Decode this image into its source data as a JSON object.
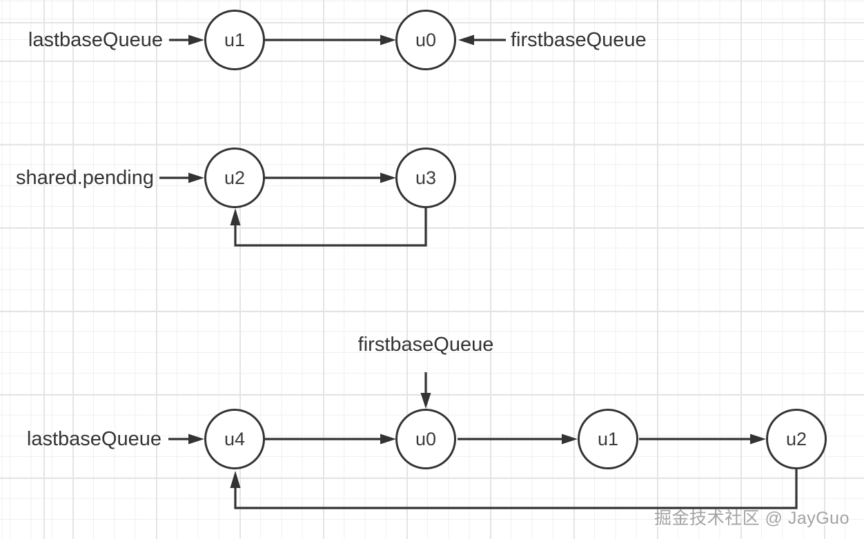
{
  "watermark": {
    "text": "掘金技术社区 @ JayGuo",
    "color": "#a3a3a3"
  },
  "colors": {
    "stroke": "#333333",
    "text": "#333333",
    "node_fill": "#ffffff",
    "background": "#ffffff",
    "grid_minor": "#efefef",
    "grid_major": "#e4e4e4",
    "watermark": "#a3a3a3"
  },
  "sections": [
    {
      "name": "base-queue-initial",
      "pointers": [
        {
          "label": "lastbaseQueue",
          "target": "u1"
        },
        {
          "label": "firstbaseQueue",
          "target": "u0"
        }
      ],
      "nodes": [
        {
          "label": "u1"
        },
        {
          "label": "u0"
        }
      ],
      "edges": [
        {
          "from": "u1",
          "to": "u0"
        }
      ]
    },
    {
      "name": "shared-pending",
      "pointers": [
        {
          "label": "shared.pending",
          "target": "u2"
        }
      ],
      "nodes": [
        {
          "label": "u2"
        },
        {
          "label": "u3"
        }
      ],
      "edges": [
        {
          "from": "u2",
          "to": "u3"
        },
        {
          "from": "u3",
          "to": "u2"
        }
      ]
    },
    {
      "name": "base-queue-appended",
      "pointers": [
        {
          "label": "firstbaseQueue",
          "target": "u0"
        },
        {
          "label": "lastbaseQueue",
          "target": "u4"
        }
      ],
      "nodes": [
        {
          "label": "u4"
        },
        {
          "label": "u0"
        },
        {
          "label": "u1"
        },
        {
          "label": "u2"
        }
      ],
      "edges": [
        {
          "from": "u4",
          "to": "u0"
        },
        {
          "from": "u0",
          "to": "u1"
        },
        {
          "from": "u1",
          "to": "u2"
        },
        {
          "from": "u2",
          "to": "u4"
        }
      ]
    }
  ]
}
